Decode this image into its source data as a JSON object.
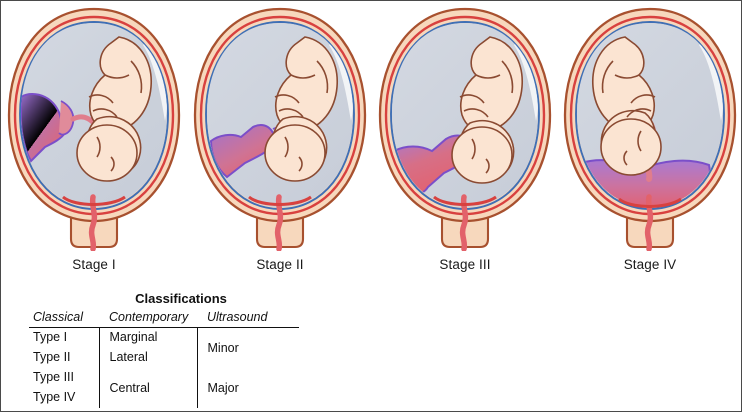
{
  "figure": {
    "title": "Placenta previa stages with classification table",
    "background_color": "#ffffff",
    "border_color": "#4a4a4a"
  },
  "stages": [
    {
      "id": "stage-1",
      "label": "Stage I",
      "placenta_position": "low-lying, upper left lateral wall, well above internal os",
      "fetus_orientation": "cephalic, facing right"
    },
    {
      "id": "stage-2",
      "label": "Stage II",
      "placenta_position": "lower left lateral wall, edge approaching internal os",
      "fetus_orientation": "cephalic, facing right"
    },
    {
      "id": "stage-3",
      "label": "Stage III",
      "placenta_position": "lower segment, partially covering internal os",
      "fetus_orientation": "cephalic, facing right"
    },
    {
      "id": "stage-4",
      "label": "Stage IV",
      "placenta_position": "completely covering the internal os",
      "fetus_orientation": "cephalic, facing left"
    }
  ],
  "classification_table": {
    "title": "Classifications",
    "columns": [
      "Classical",
      "Contemporary",
      "Ultrasound"
    ],
    "rows": [
      {
        "classical": "Type I",
        "contemporary": "Marginal",
        "ultrasound": "Minor"
      },
      {
        "classical": "Type II",
        "contemporary": "Lateral",
        "ultrasound": ""
      },
      {
        "classical": "Type III",
        "contemporary": "Central",
        "ultrasound": "Major"
      },
      {
        "classical": "Type IV",
        "contemporary": "",
        "ultrasound": ""
      }
    ]
  },
  "colors": {
    "uterine_wall": "#f7d8bd",
    "uterine_wall_outline": "#a8512f",
    "vascular_line": "#d8413f",
    "membrane_line": "#3f6fb5",
    "amniotic_fluid": "#ccd2dc",
    "fetal_skin": "#fbe4d2",
    "fetal_outline": "#8a4a32",
    "placenta_purple": "#9b6fcf",
    "placenta_magenta": "#e0637f",
    "placenta_outline": "#7b4fc9",
    "cervix_canal": "#e2626a",
    "text": "#111111"
  }
}
